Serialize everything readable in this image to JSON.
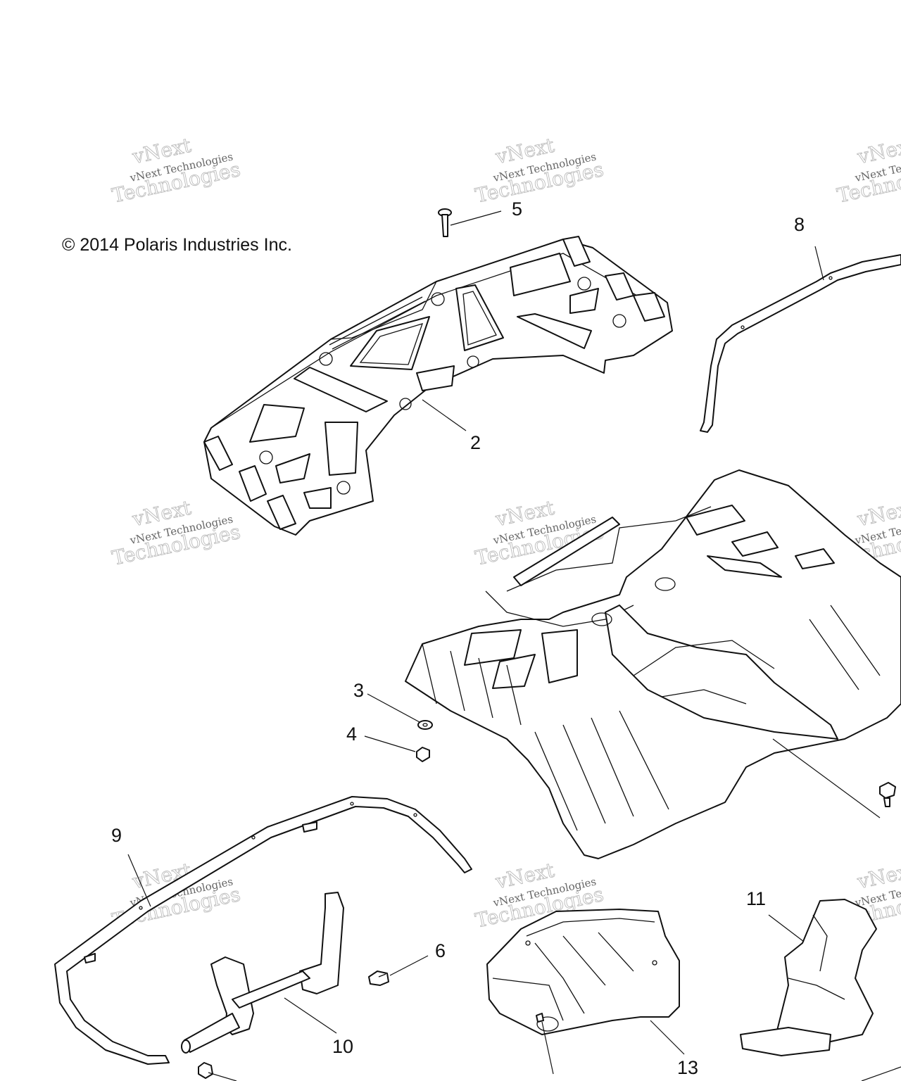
{
  "copyright": "© 2014 Polaris Industries Inc.",
  "watermark": {
    "line1": "vNext Technologies",
    "line2": "Technologies",
    "line0": "vNext"
  },
  "callouts": [
    {
      "id": "c2",
      "text": "2"
    },
    {
      "id": "c3",
      "text": "3"
    },
    {
      "id": "c4",
      "text": "4"
    },
    {
      "id": "c5",
      "text": "5"
    },
    {
      "id": "c6",
      "text": "6"
    },
    {
      "id": "c8",
      "text": "8"
    },
    {
      "id": "c9",
      "text": "9"
    },
    {
      "id": "c10",
      "text": "10"
    },
    {
      "id": "c11",
      "text": "11"
    },
    {
      "id": "c13",
      "text": "13"
    }
  ]
}
